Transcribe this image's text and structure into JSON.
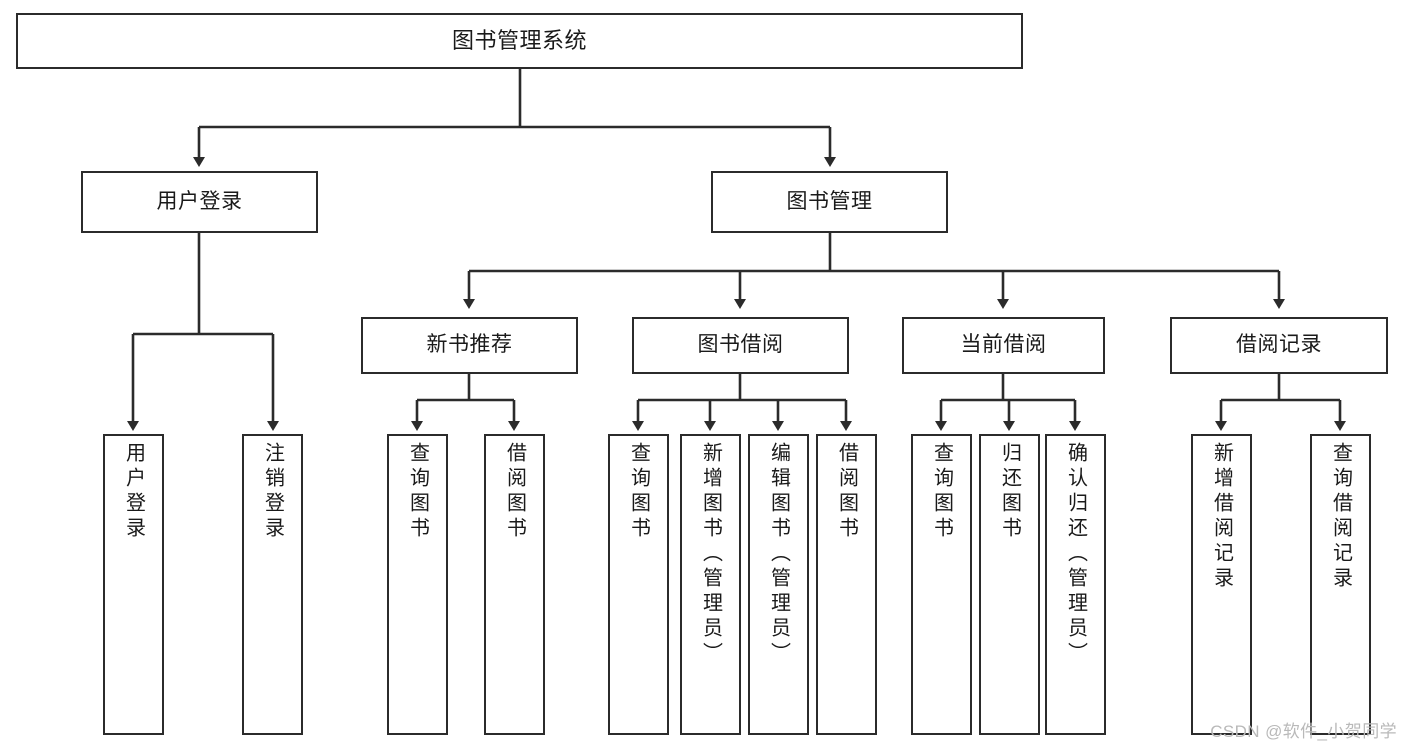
{
  "diagram": {
    "title": "图书管理系统",
    "type": "tree-hierarchy",
    "stroke_color": "#2b2b2b",
    "fill_color": "#ffffff",
    "text_color": "#1a1a1a"
  },
  "nodes": {
    "root": {
      "label": "图书管理系统"
    },
    "level2": [
      {
        "label": "用户登录"
      },
      {
        "label": "图书管理"
      }
    ],
    "level3": [
      {
        "label": "新书推荐"
      },
      {
        "label": "图书借阅"
      },
      {
        "label": "当前借阅"
      },
      {
        "label": "借阅记录"
      }
    ],
    "leaves": {
      "user_login": [
        {
          "label": "用户登录"
        },
        {
          "label": "注销登录"
        }
      ],
      "new_book": [
        {
          "label": "查询图书"
        },
        {
          "label": "借阅图书"
        }
      ],
      "book_borrow": [
        {
          "label": "查询图书"
        },
        {
          "label": "新增图书（管理员）"
        },
        {
          "label": "编辑图书（管理员）"
        },
        {
          "label": "借阅图书"
        }
      ],
      "current_borrow": [
        {
          "label": "查询图书"
        },
        {
          "label": "归还图书"
        },
        {
          "label": "确认归还（管理员）"
        }
      ],
      "borrow_record": [
        {
          "label": "新增借阅记录"
        },
        {
          "label": "查询借阅记录"
        }
      ]
    }
  },
  "watermark": {
    "text": "CSDN @软件_小贺同学"
  }
}
